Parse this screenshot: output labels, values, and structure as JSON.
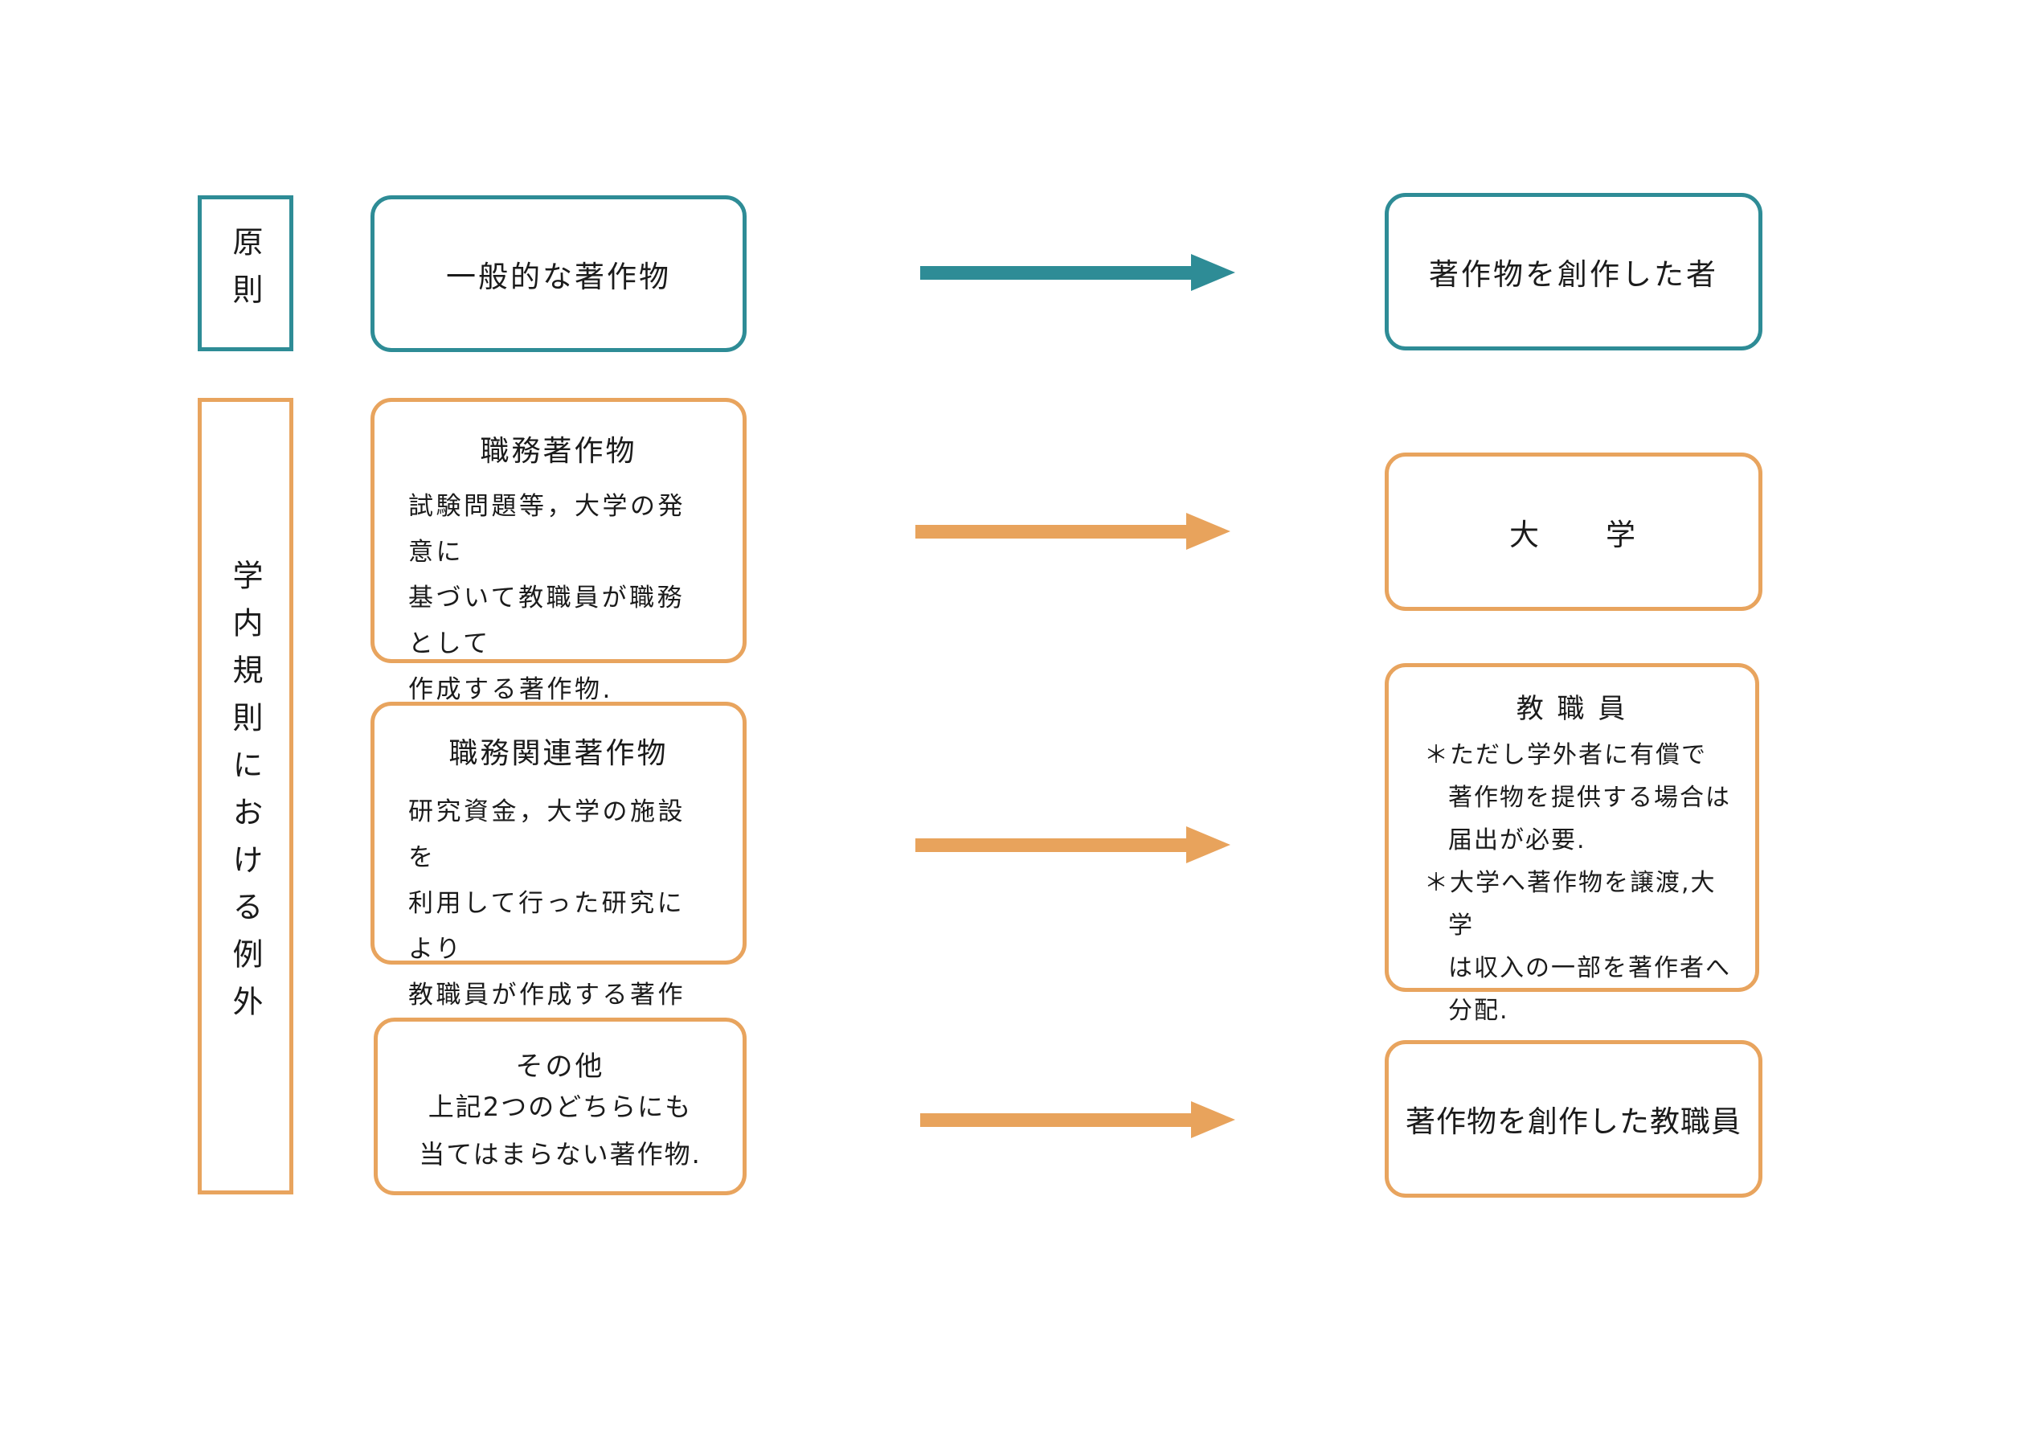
{
  "colors": {
    "teal": "#2E8C96",
    "orange": "#E8A35C"
  },
  "principle": {
    "label": "原則",
    "source_label": "一般的な著作物",
    "target_label": "著作物を創作した者"
  },
  "exceptions": {
    "label": "学内規則における例外",
    "rows": [
      {
        "left_title": "職務著作物",
        "left_body": "試験問題等，大学の発意に\n基づいて教職員が職務として\n作成する著作物.",
        "right_title": "大　　学"
      },
      {
        "left_title": "職務関連著作物",
        "left_body": "研究資金，大学の施設を\n利用して行った研究により\n教職員が作成する著作物.",
        "right_title": "教 職 員",
        "right_notes": [
          "＊ただし学外者に有償で\n著作物を提供する場合は\n届出が必要.",
          "＊大学へ著作物を譲渡,大学\nは収入の一部を著作者へ\n分配."
        ]
      },
      {
        "left_title": "その他",
        "left_body": "上記2つのどちらにも\n当てはまらない著作物.",
        "right_title": "著作物を創作した教職員"
      }
    ]
  }
}
